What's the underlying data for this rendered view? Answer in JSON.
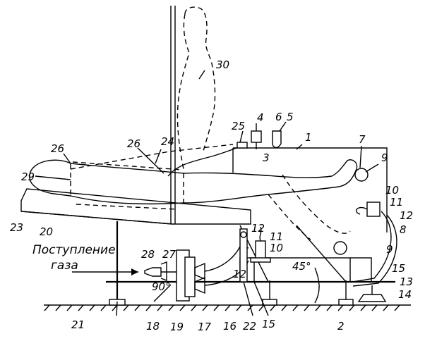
{
  "caption": {
    "line1": "Поступление",
    "line2": "газа"
  },
  "angles": {
    "a45": "45°",
    "a90": "90°"
  },
  "labels": {
    "n1": "1",
    "n2": "2",
    "n3": "3",
    "n4": "4",
    "n5": "5",
    "n6": "6",
    "n7": "7",
    "n8": "8",
    "n9a": "9",
    "n9b": "9",
    "n10a": "10",
    "n10b": "10",
    "n11a": "11",
    "n11b": "11",
    "n12a": "12",
    "n12b": "12",
    "n12c": "12",
    "n13": "13",
    "n14": "14",
    "n15a": "15",
    "n15b": "15",
    "n16": "16",
    "n17": "17",
    "n18": "18",
    "n19": "19",
    "n20": "20",
    "n21": "21",
    "n22": "22",
    "n23": "23",
    "n24": "24",
    "n25": "25",
    "n26a": "26",
    "n26b": "26",
    "n27": "27",
    "n28": "28",
    "n29": "29",
    "n30": "30"
  }
}
